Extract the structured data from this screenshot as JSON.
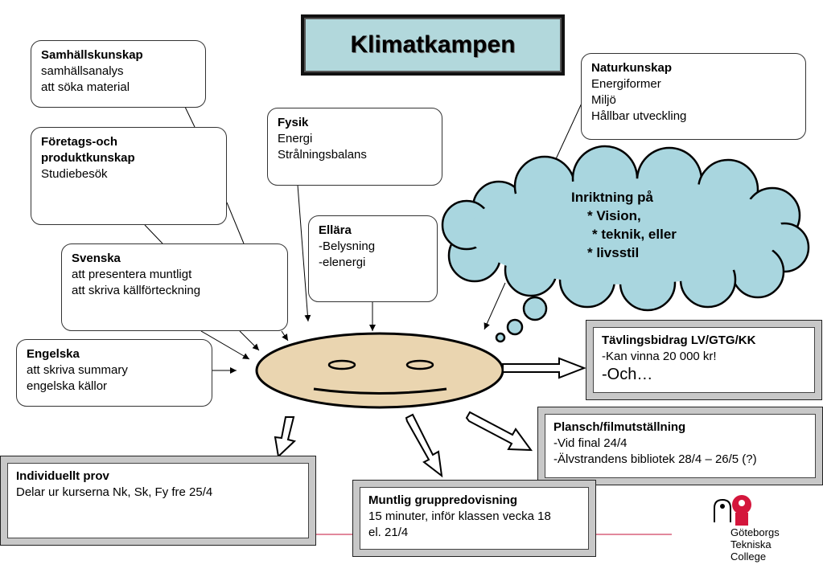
{
  "title": "Klimatkampen",
  "boxes": {
    "samhall": {
      "title": "Samhällskunskap",
      "lines": [
        "samhällsanalys",
        "att söka material"
      ]
    },
    "foretag": {
      "title_lines": [
        "Företags-och",
        "produktkunskap"
      ],
      "lines": [
        "Studiebesök"
      ]
    },
    "svenska": {
      "title": "Svenska",
      "lines": [
        "att presentera muntligt",
        "att skriva källförteckning"
      ]
    },
    "engelska": {
      "title": "Engelska",
      "lines": [
        "att skriva summary",
        "engelska källor"
      ]
    },
    "fysik": {
      "title": "Fysik",
      "lines": [
        "Energi",
        "Strålningsbalans"
      ]
    },
    "ellara": {
      "title": "Ellära",
      "lines": [
        "-Belysning",
        "-elenergi"
      ]
    },
    "naturkunskap": {
      "title": "Naturkunskap",
      "lines": [
        "Energiformer",
        "Miljö",
        "Hållbar utveckling"
      ]
    }
  },
  "cloud": {
    "lines": [
      "Inriktning på",
      "* Vision,",
      "* teknik, eller",
      "* livsstil"
    ]
  },
  "outputs": {
    "tavling": {
      "title": "Tävlingsbidrag LV/GTG/KK",
      "line1": "-Kan vinna 20 000 kr!",
      "line2": "-Och…"
    },
    "plansch": {
      "title": "Plansch/filmutställning",
      "lines": [
        "-Vid final 24/4",
        "-Älvstrandens bibliotek 28/4 – 26/5 (?)"
      ]
    },
    "prov": {
      "title": "Individuellt prov",
      "lines": [
        "Delar ur kurserna Nk, Sk, Fy fre 25/4"
      ]
    },
    "muntlig": {
      "title": "Muntlig gruppredovisning",
      "lines": [
        "15 minuter, inför klassen vecka 18",
        "el. 21/4"
      ]
    }
  },
  "logo": {
    "lines": [
      "Göteborgs",
      "Tekniska",
      "College"
    ]
  },
  "colors": {
    "cloud": "#a9d6df",
    "face": "#ead5b0",
    "title_bg": "#b2d8dc",
    "logo": "#d4163c",
    "rule": "#d04060"
  }
}
